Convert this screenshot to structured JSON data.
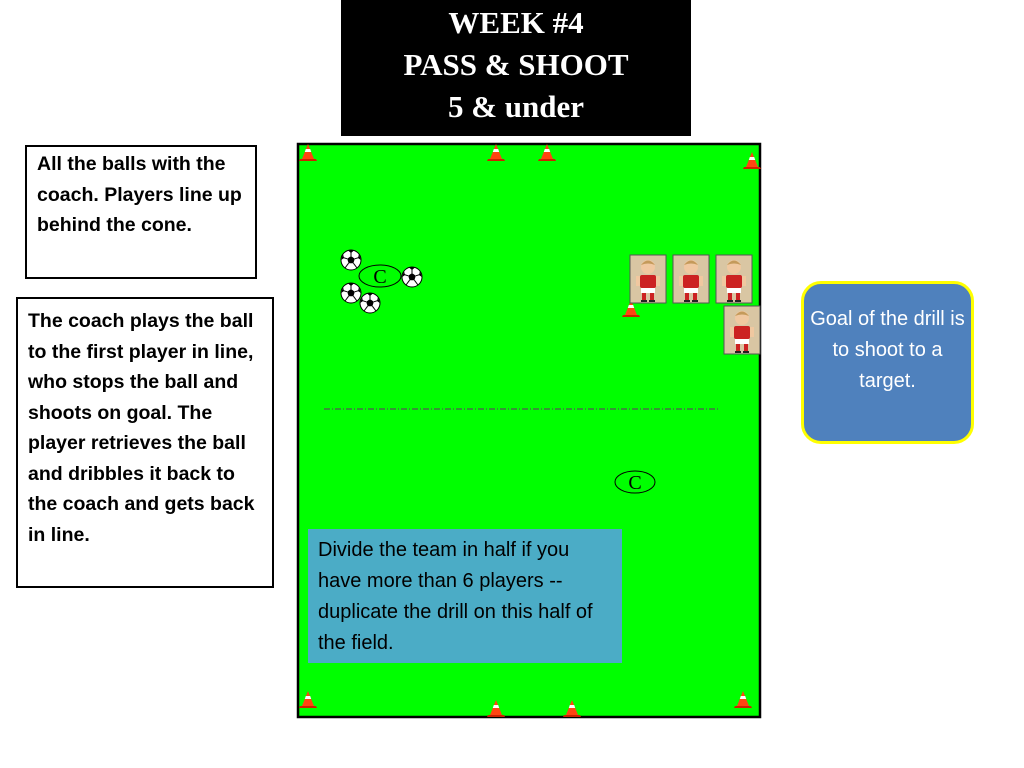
{
  "title": {
    "line1": "WEEK #4",
    "line2": "PASS & SHOOT",
    "line3": "5 & under"
  },
  "notes": {
    "balls_with_coach": "All the balls with the coach.  Players line up behind the cone.",
    "coach_plays": "The coach plays the ball to the first player in line, who stops the ball and shoots on goal.  The player retrieves the ball and dribbles it back to the coach and gets back in line.",
    "goal_of_drill": "Goal of the drill is to shoot to a target.",
    "divide_team": "Divide the team in half if you have more than 6 players -- duplicate the drill on this half of the field."
  },
  "markers": {
    "coach_top": "C",
    "coach_bottom": "C"
  },
  "colors": {
    "field": "#00ff00",
    "cone": "#ff3300",
    "goal_box": "#4f81bd",
    "goal_border": "#ffff00",
    "divide_box": "#4bacc6",
    "title_bg": "#000000"
  }
}
